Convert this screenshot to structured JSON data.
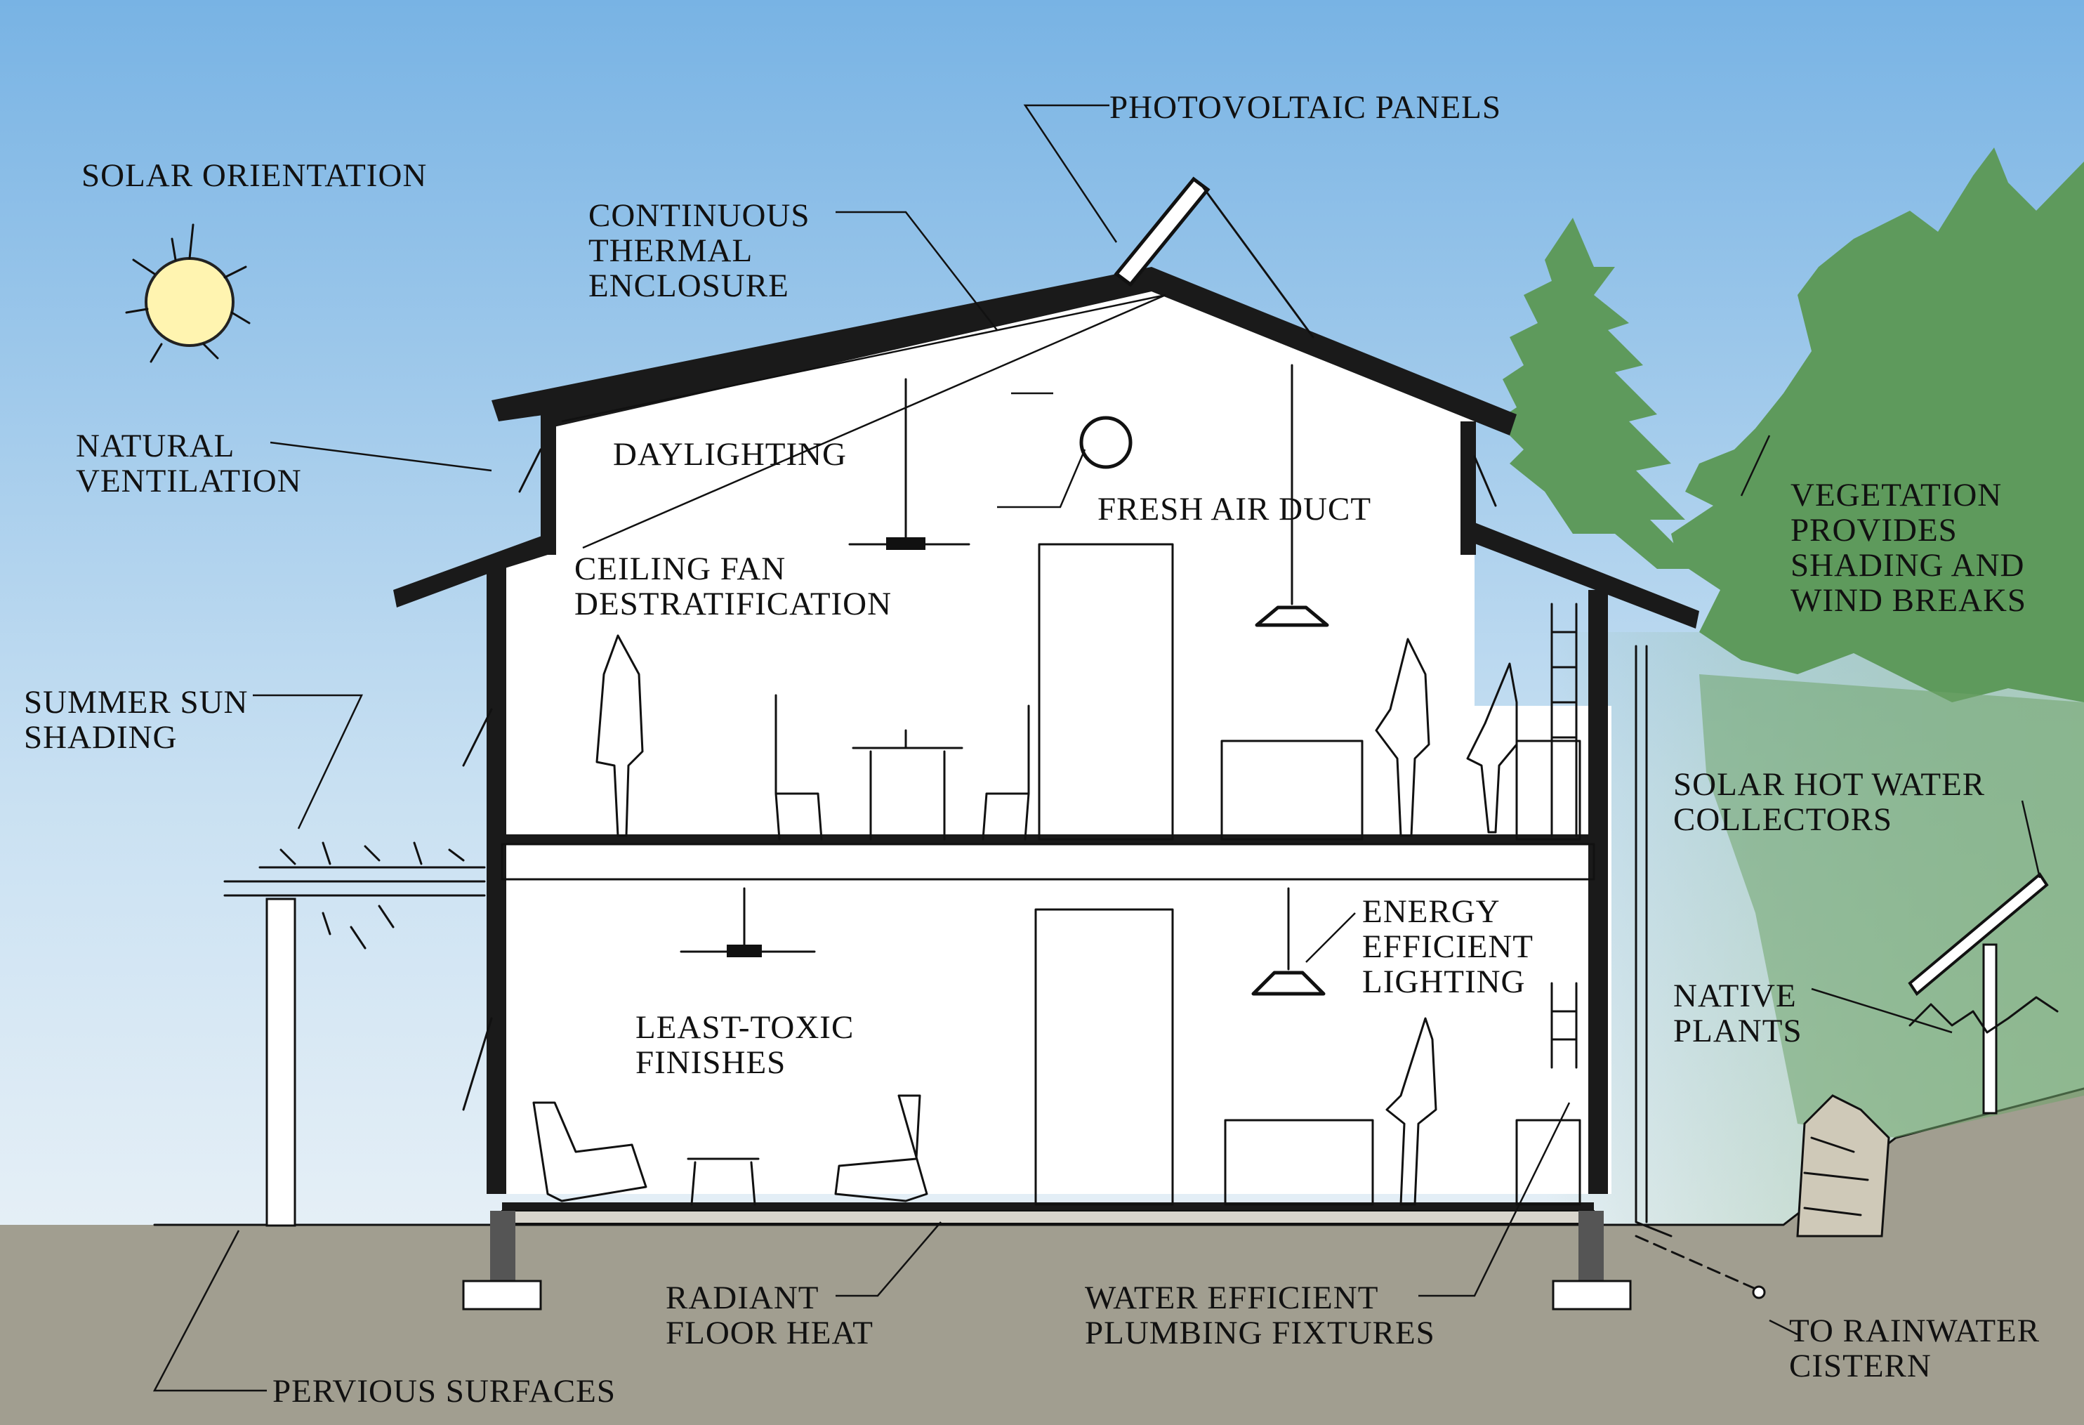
{
  "labels": {
    "solar_orientation": "SOLAR ORIENTATION",
    "photovoltaic_panels": "PHOTOVOLTAIC PANELS",
    "continuous_thermal_enclosure": [
      "CONTINUOUS",
      "THERMAL",
      "ENCLOSURE"
    ],
    "natural_ventilation": [
      "NATURAL",
      "VENTILATION"
    ],
    "daylighting": "DAYLIGHTING",
    "fresh_air_duct": "FRESH AIR DUCT",
    "ceiling_fan_destratification": [
      "CEILING FAN",
      "DESTRATIFICATION"
    ],
    "vegetation": [
      "VEGETATION",
      "PROVIDES",
      "SHADING AND",
      "WIND BREAKS"
    ],
    "summer_sun_shading": [
      "SUMMER SUN",
      "SHADING"
    ],
    "solar_hot_water_collectors": [
      "SOLAR HOT WATER",
      "COLLECTORS"
    ],
    "energy_efficient_lighting": [
      "ENERGY",
      "EFFICIENT",
      "LIGHTING"
    ],
    "native_plants": [
      "NATIVE",
      "PLANTS"
    ],
    "least_toxic_finishes": [
      "LEAST-TOXIC",
      "FINISHES"
    ],
    "radiant_floor_heat": [
      "RADIANT",
      "FLOOR HEAT"
    ],
    "water_efficient_plumbing": [
      "WATER EFFICIENT",
      "PLUMBING FIXTURES"
    ],
    "to_rainwater_cistern": [
      "TO RAINWATER",
      "CISTERN"
    ],
    "pervious_surfaces": "PERVIOUS SURFACES"
  },
  "icons": [
    "sun-icon",
    "photovoltaic-panel-icon",
    "solar-collector-icon",
    "ceiling-fan-icon",
    "pendant-lamp-icon",
    "conifer-tree-icon",
    "deciduous-tree-icon",
    "trellis-icon",
    "rock-wall-icon"
  ],
  "colors": {
    "sky_top": "#78b3e4",
    "sky_bottom": "#f2f6f8",
    "tree": "#5e9a5c",
    "ground": "#a19e90",
    "sun": "#fff4b0"
  }
}
